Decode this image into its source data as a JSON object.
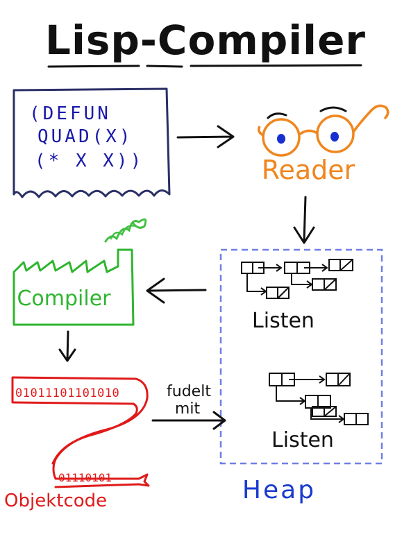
{
  "title": "Lisp-Compiler",
  "source_code": {
    "lines": [
      "(DEFUN",
      "QUAD(X)",
      "(* X X))"
    ]
  },
  "reader": {
    "label": "Reader"
  },
  "compiler": {
    "label": "Compiler"
  },
  "heap": {
    "label": "Heap",
    "lists_top_label": "Listen",
    "lists_bottom_label": "Listen"
  },
  "object_code": {
    "label": "Objektcode",
    "bits_top": "01011101101010",
    "bits_bottom": "01110101"
  },
  "link_note": {
    "line1": "fudelt",
    "line2": "mit"
  },
  "colors": {
    "ink": "#111111",
    "source_blue": "#1a1aa8",
    "source_border": "#2a2f66",
    "reader_orange": "#f0861e",
    "compiler_green": "#2fb52f",
    "smoke_green": "#43c043",
    "objectcode_red": "#e01a1a",
    "heap_blue": "#1a3ad0",
    "heap_border": "#6f7fe6"
  }
}
